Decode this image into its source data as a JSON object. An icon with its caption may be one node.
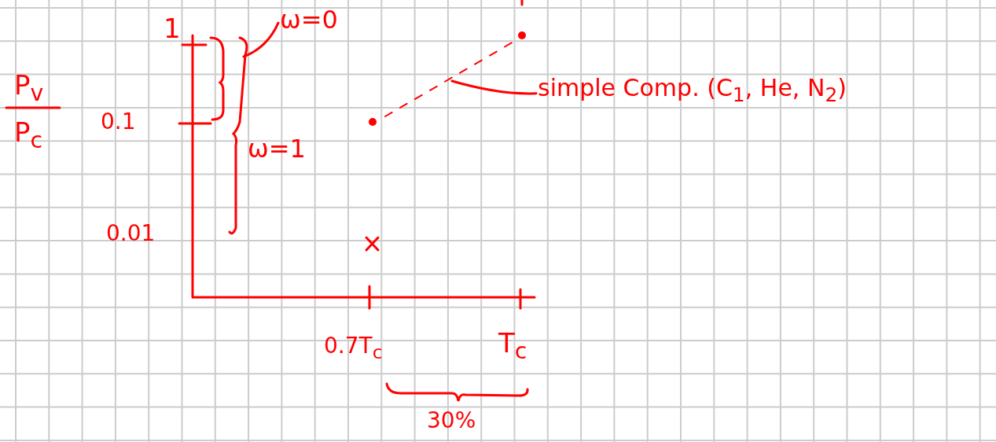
{
  "diagram": {
    "nodes": [
      {
        "text": [
          "ω=0"
        ]
      },
      {
        "text": [
          "simple Comp. (C$_{1}$, He, N$_{2}$)"
        ]
      }
    ],
    "edges": [
      {
        "from": 0,
        "to": null,
        "arrow": "none"
      },
      {
        "from": 1,
        "to": null,
        "arrow": "none"
      }
    ],
    "labels": [
      "P$_{v}$",
      "P$_{c}$",
      "1",
      "0.1",
      "0.01",
      "ω=1",
      "0.7T$_{c}$",
      "T$_{c}$",
      "30%"
    ]
  }
}
